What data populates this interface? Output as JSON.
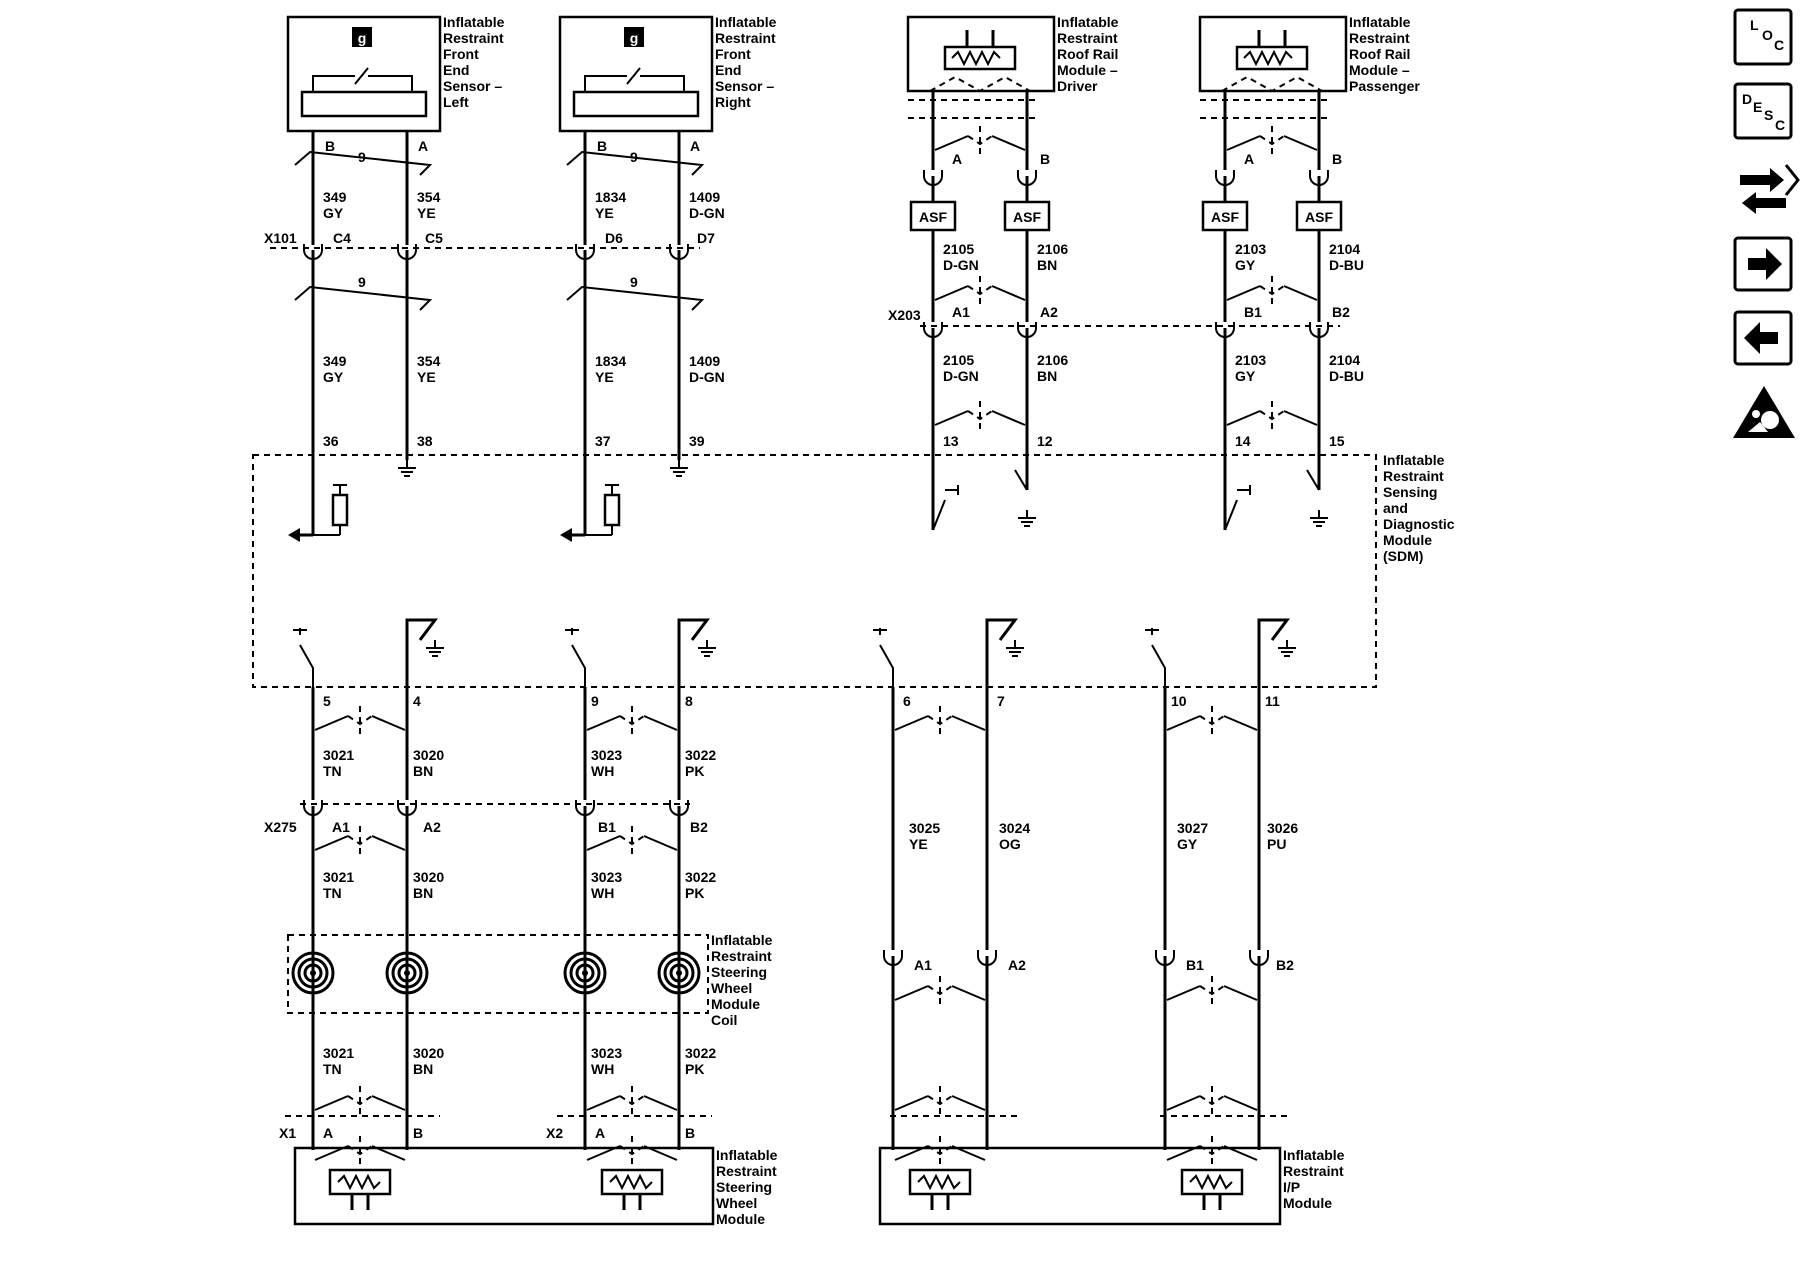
{
  "components": {
    "front_sensor_left": [
      "Inflatable",
      "Restraint",
      "Front",
      "End",
      "Sensor –",
      "Left"
    ],
    "front_sensor_right": [
      "Inflatable",
      "Restraint",
      "Front",
      "End",
      "Sensor –",
      "Right"
    ],
    "roof_rail_driver": [
      "Inflatable",
      "Restraint",
      "Roof Rail",
      "Module –",
      "Driver"
    ],
    "roof_rail_passenger": [
      "Inflatable",
      "Restraint",
      "Roof Rail",
      "Module –",
      "Passenger"
    ],
    "sdm": [
      "Inflatable",
      "Restraint",
      "Sensing",
      "and",
      "Diagnostic",
      "Module",
      "(SDM)"
    ],
    "steering_coil": [
      "Inflatable",
      "Restraint",
      "Steering",
      "Wheel",
      "Module",
      "Coil"
    ],
    "steering_module": [
      "Inflatable",
      "Restraint",
      "Steering",
      "Wheel",
      "Module"
    ],
    "ip_module": [
      "Inflatable",
      "Restraint",
      "I/P",
      "Module"
    ]
  },
  "sensor_badge": "g",
  "asf_label": "ASF",
  "connectors": {
    "x101": "X101",
    "x203": "X203",
    "x275": "X275",
    "x1": "X1",
    "x2": "X2"
  },
  "twist_count": "9",
  "pins": {
    "sensor_left": [
      "B",
      "A"
    ],
    "sensor_right": [
      "B",
      "A"
    ],
    "x101": [
      "C4",
      "C5",
      "D6",
      "D7"
    ],
    "roof_driver": [
      "A",
      "B"
    ],
    "roof_passenger": [
      "A",
      "B"
    ],
    "x203": [
      "A1",
      "A2",
      "B1",
      "B2"
    ],
    "sdm_top": [
      "36",
      "38",
      "37",
      "39",
      "13",
      "12",
      "14",
      "15"
    ],
    "sdm_bottom": [
      "5",
      "4",
      "9",
      "8",
      "6",
      "7",
      "10",
      "11"
    ],
    "x275": [
      "A1",
      "A2",
      "B1",
      "B2"
    ],
    "ip_conn": [
      "A1",
      "A2",
      "B1",
      "B2"
    ],
    "x1": [
      "A",
      "B"
    ],
    "x2": [
      "A",
      "B"
    ]
  },
  "wires": {
    "front_upper": [
      [
        "349",
        "GY"
      ],
      [
        "354",
        "YE"
      ],
      [
        "1834",
        "YE"
      ],
      [
        "1409",
        "D-GN"
      ]
    ],
    "front_lower": [
      [
        "349",
        "GY"
      ],
      [
        "354",
        "YE"
      ],
      [
        "1834",
        "YE"
      ],
      [
        "1409",
        "D-GN"
      ]
    ],
    "roof_upper": [
      [
        "2105",
        "D-GN"
      ],
      [
        "2106",
        "BN"
      ],
      [
        "2103",
        "GY"
      ],
      [
        "2104",
        "D-BU"
      ]
    ],
    "roof_lower": [
      [
        "2105",
        "D-GN"
      ],
      [
        "2106",
        "BN"
      ],
      [
        "2103",
        "GY"
      ],
      [
        "2104",
        "D-BU"
      ]
    ],
    "steer_a": [
      [
        "3021",
        "TN"
      ],
      [
        "3020",
        "BN"
      ],
      [
        "3023",
        "WH"
      ],
      [
        "3022",
        "PK"
      ]
    ],
    "steer_b": [
      [
        "3021",
        "TN"
      ],
      [
        "3020",
        "BN"
      ],
      [
        "3023",
        "WH"
      ],
      [
        "3022",
        "PK"
      ]
    ],
    "steer_c": [
      [
        "3021",
        "TN"
      ],
      [
        "3020",
        "BN"
      ],
      [
        "3023",
        "WH"
      ],
      [
        "3022",
        "PK"
      ]
    ],
    "ip": [
      [
        "3025",
        "YE"
      ],
      [
        "3024",
        "OG"
      ],
      [
        "3027",
        "GY"
      ],
      [
        "3026",
        "PU"
      ]
    ]
  },
  "sidebar": {
    "loc": [
      "L",
      "O",
      "C"
    ],
    "desc": [
      "D",
      "E",
      "S",
      "C"
    ],
    "connector_icon": "connector-icon",
    "next_icon": "arrow-right-icon",
    "prev_icon": "arrow-left-icon",
    "warning_icon": "airbag-warning-icon"
  }
}
